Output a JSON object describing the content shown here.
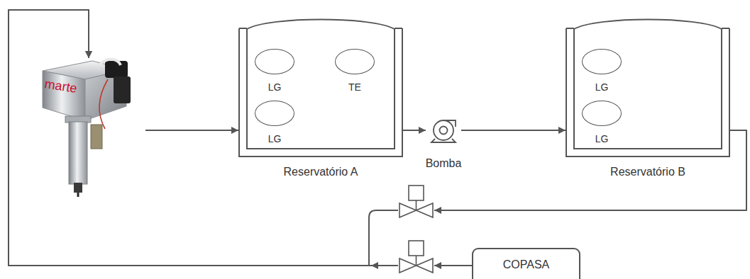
{
  "diagram": {
    "nodes": [
      {
        "text": [
          "marte"
        ]
      },
      {
        "text": [
          "Reservatório A"
        ]
      },
      {
        "text": [
          "LG"
        ],
        "in": 1
      },
      {
        "text": [
          "TE"
        ],
        "in": 1
      },
      {
        "text": [
          "LG"
        ],
        "in": 1
      },
      {
        "text": [
          "Bomba"
        ]
      },
      {
        "text": [
          "Reservatório B"
        ]
      },
      {
        "text": [
          "LG"
        ],
        "in": 6
      },
      {
        "text": [
          "LG"
        ],
        "in": 6
      },
      {
        "text": [
          "COPASA"
        ]
      }
    ],
    "edges": [
      {
        "from": 0,
        "to": 1,
        "arrow": "to"
      },
      {
        "from": 1,
        "to": 5,
        "arrow": "to"
      },
      {
        "from": 5,
        "to": 6,
        "arrow": "to"
      },
      {
        "from": 6,
        "to": 0,
        "arrow": "to"
      },
      {
        "from": 9,
        "to": 0,
        "arrow": "to"
      }
    ]
  }
}
